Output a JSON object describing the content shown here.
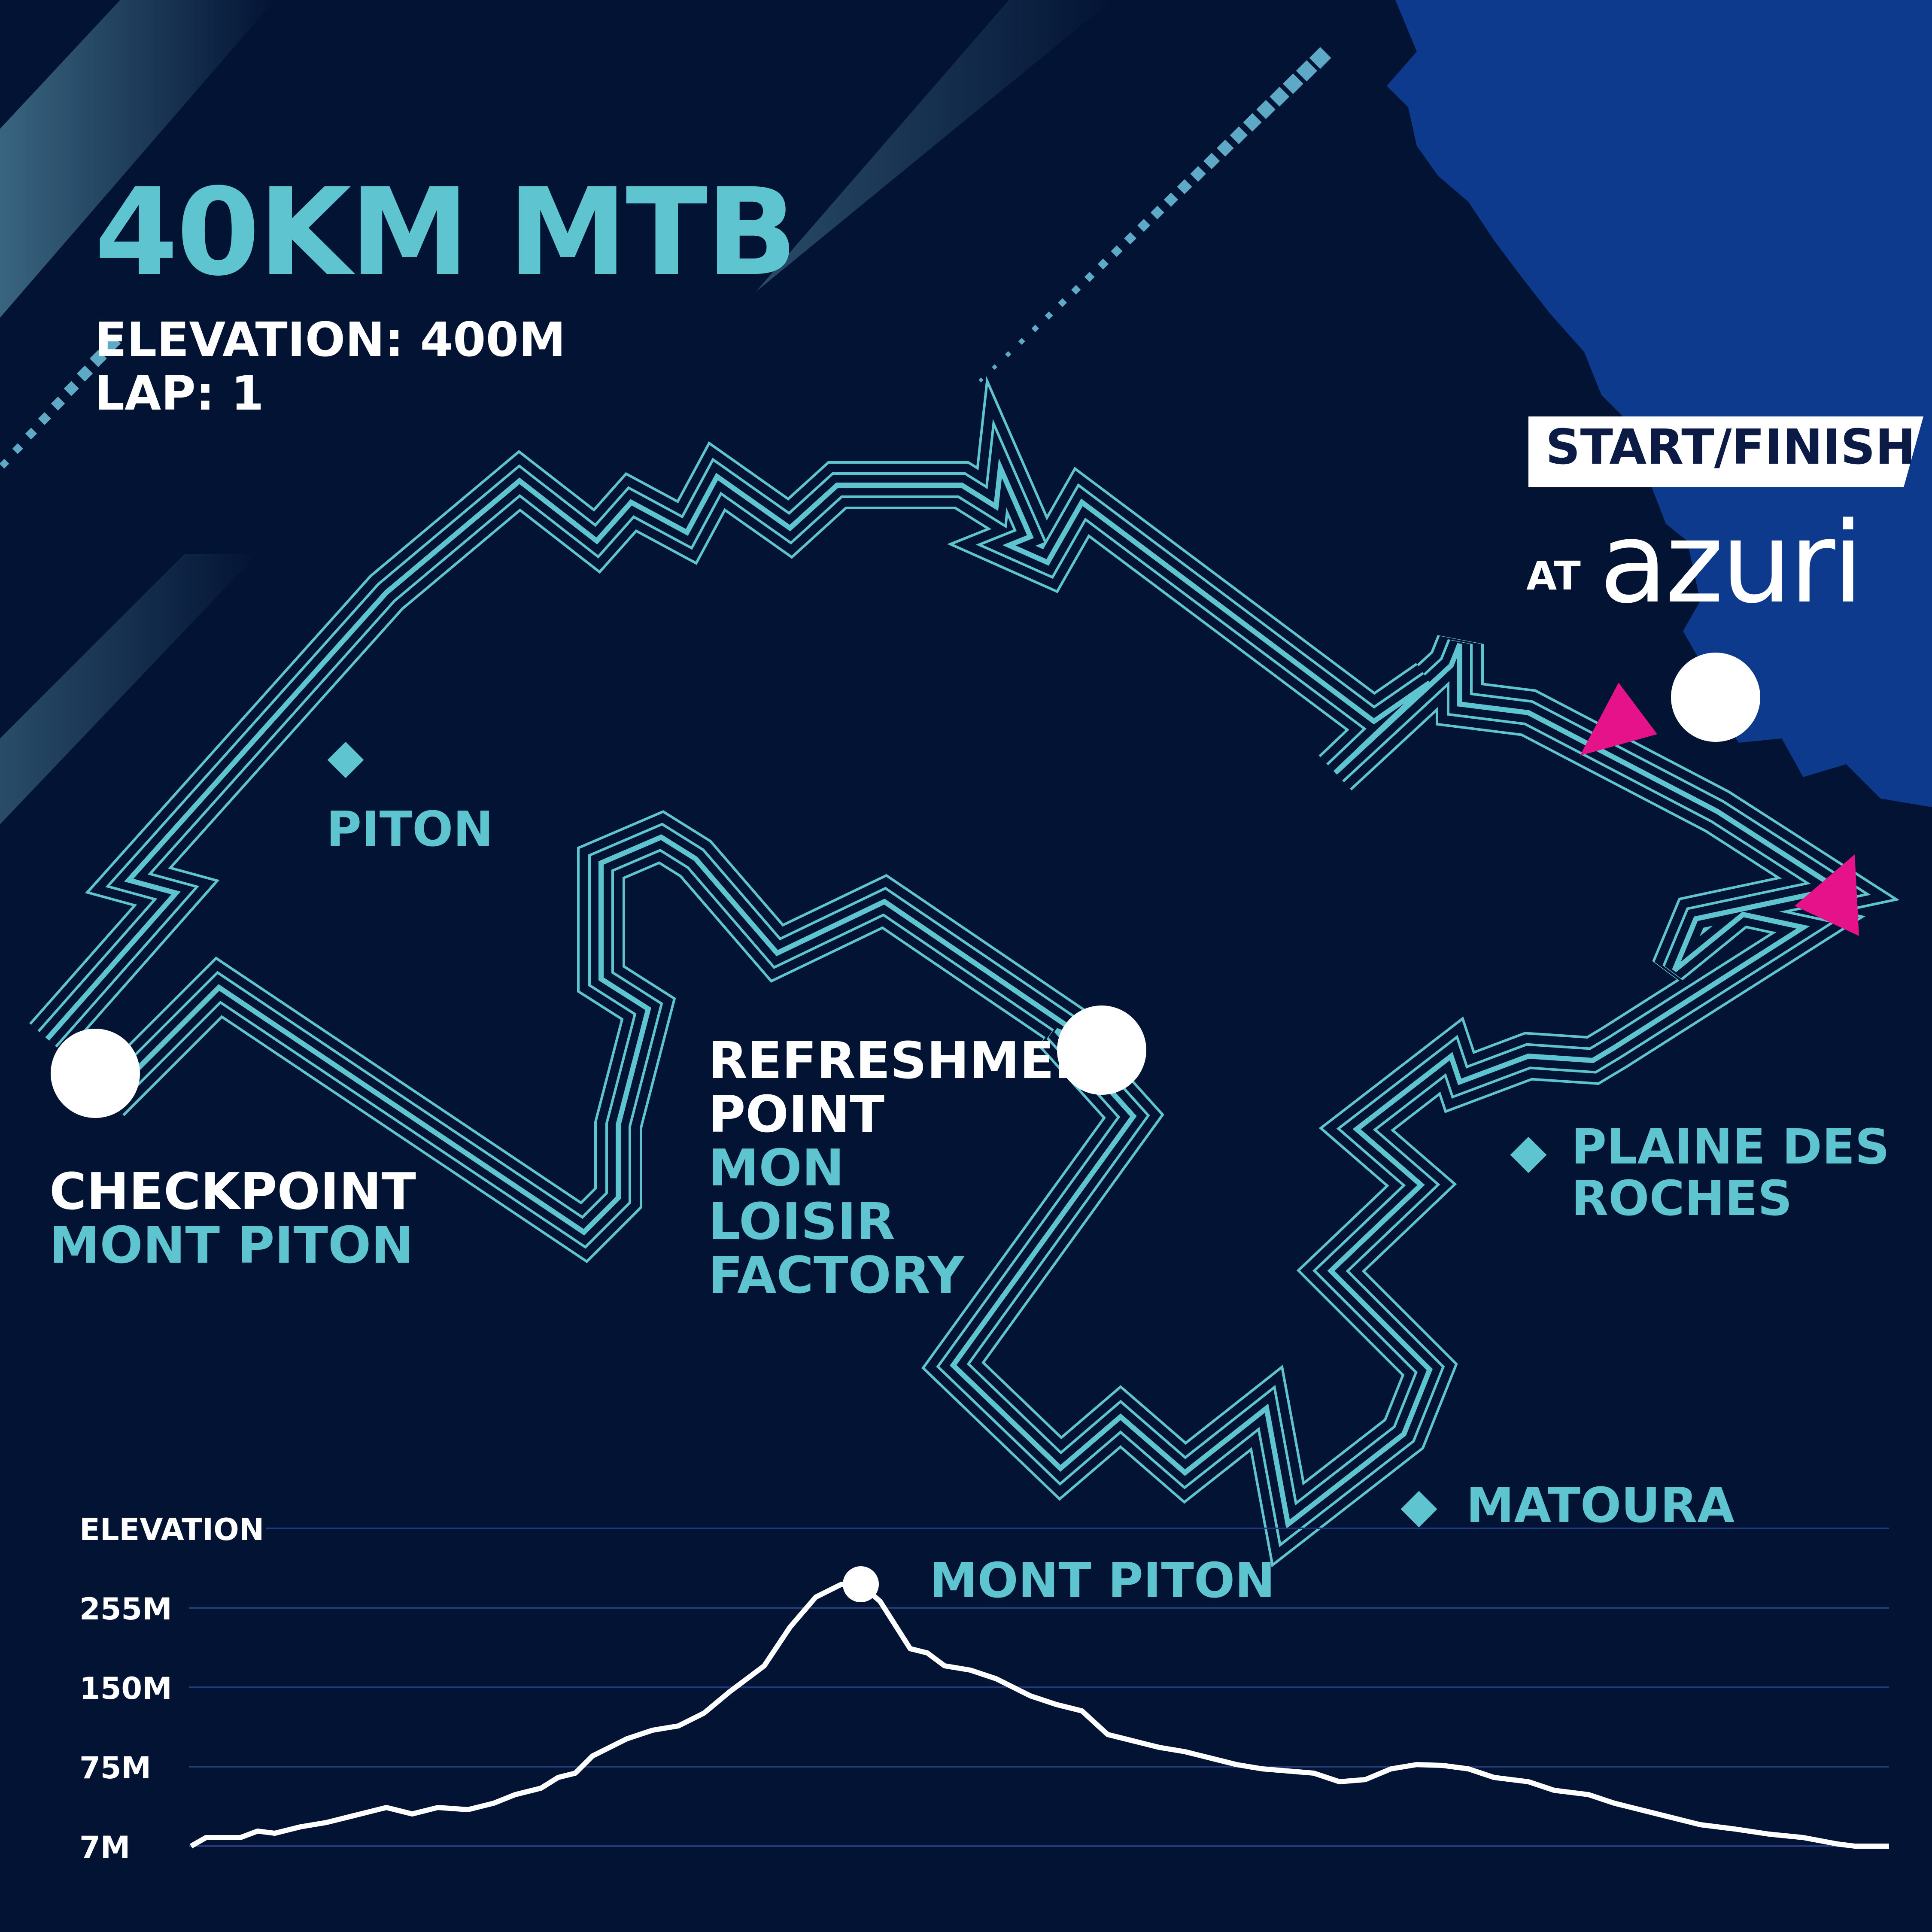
{
  "title": "40KM MTB",
  "stats": {
    "elevation": "ELEVATION: 400M",
    "lap": "LAP: 1"
  },
  "start_finish": {
    "label": "START/FINISH",
    "at": "AT",
    "venue": "azuri"
  },
  "places": {
    "piton": "PITON",
    "plaine_line1": "PLAINE DES",
    "plaine_line2": "ROCHES",
    "matoura": "MATOURA"
  },
  "checkpoint": {
    "heading": "CHECKPOINT",
    "name": "MONT PITON"
  },
  "refreshment": {
    "heading_line1": "REFRESHMENT",
    "heading_line2": "POINT",
    "name_line1": "MON",
    "name_line2": "LOISIR",
    "name_line3": "FACTORY"
  },
  "elevation_profile": {
    "axis_title": "ELEVATION",
    "tick_labels": [
      "255M",
      "150M",
      "75M",
      "7M"
    ],
    "peak_label": "MONT PITON"
  },
  "colors": {
    "background": "#031334",
    "sea": "#0d3a8c",
    "route": "#5ec4cf",
    "direction_arrow": "#e6128a",
    "text_white": "#ffffff"
  },
  "icons": [
    "diamond-marker-icon",
    "circle-marker-icon",
    "direction-arrow-icon"
  ]
}
